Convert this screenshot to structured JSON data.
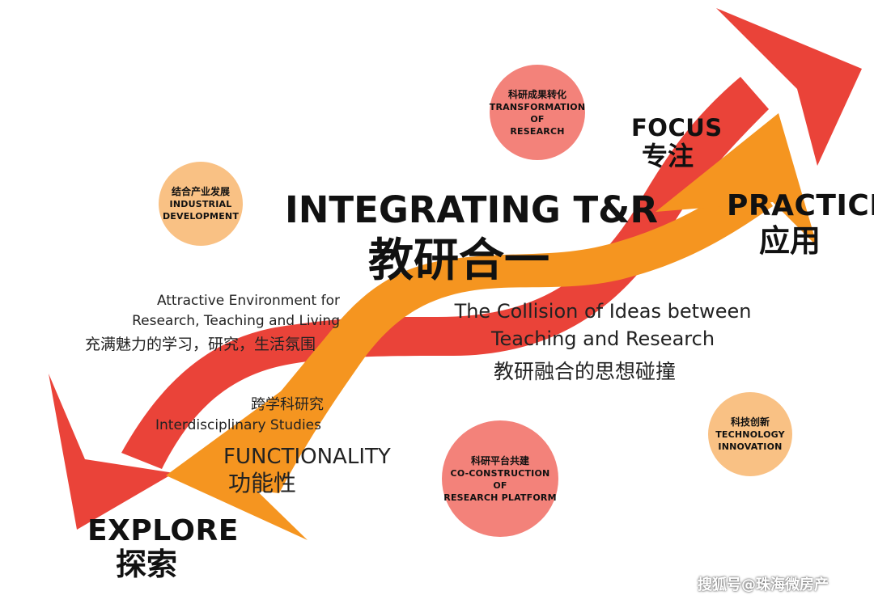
{
  "colors": {
    "red": "#ea4339",
    "orange": "#f59520",
    "circle_pink": "#f3827a",
    "circle_peach": "#f9c184"
  },
  "center": {
    "title_en": "INTEGRATING T&R",
    "title_cn": "教研合一"
  },
  "labels": {
    "explore_en": "EXPLORE",
    "explore_cn": "探索",
    "focus_en": "FOCUS",
    "focus_cn": "专注",
    "practice_en": "PRACTICE",
    "practice_cn": "应用",
    "functionality_en": "FUNCTIONALITY",
    "functionality_cn": "功能性"
  },
  "descriptions": {
    "environment_en": "Attractive Environment for\nResearch, Teaching and Living",
    "environment_cn": "充满魅力的学习，研究，生活氛围",
    "collision_en": "The Collision of Ideas between\nTeaching and Research",
    "collision_cn": "教研融合的思想碰撞",
    "interdisciplinary_cn": "跨学科研究",
    "interdisciplinary_en": "Interdisciplinary Studies"
  },
  "circles": {
    "transformation": {
      "cn": "科研成果转化",
      "en": "TRANSFORMATION OF\nRESEARCH"
    },
    "industrial": {
      "cn": "结合产业发展",
      "en": "INDUSTRIAL\nDEVELOPMENT"
    },
    "platform": {
      "cn": "科研平台共建",
      "en": "CO-CONSTRUCTION OF\nRESEARCH PLATFORM"
    },
    "technology": {
      "cn": "科技创新",
      "en": "TECHNOLOGY\nINNOVATION"
    }
  },
  "watermark": "搜狐号@珠海微房产"
}
